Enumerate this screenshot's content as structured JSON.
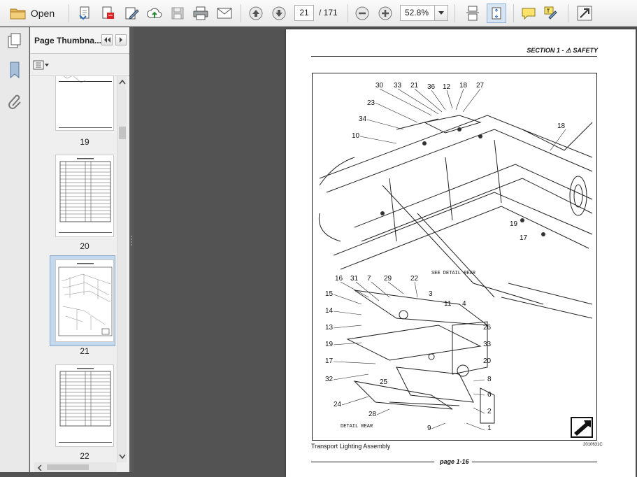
{
  "toolbar": {
    "open_label": "Open",
    "page_current": "21",
    "page_total": "/ 171",
    "zoom": "52.8%"
  },
  "sidebar": {
    "title": "Page Thumbna...",
    "thumbnails": [
      {
        "label": "19"
      },
      {
        "label": "20"
      },
      {
        "label": "21",
        "selected": true
      },
      {
        "label": "22"
      }
    ]
  },
  "document": {
    "section_header": "SECTION 1 - ⚠ SAFETY",
    "caption": "Transport Lighting Assembly",
    "figure_code": "2010631C",
    "page_number": "page 1-16",
    "see_detail": "SEE DETAIL REAR",
    "detail_label": "DETAIL REAR",
    "callouts_top": [
      "30",
      "33",
      "21",
      "36",
      "12",
      "18",
      "27",
      "23",
      "34",
      "10",
      "18",
      "19",
      "17"
    ],
    "callouts_bottom": [
      "16",
      "31",
      "7",
      "29",
      "22",
      "15",
      "3",
      "11",
      "4",
      "14",
      "13",
      "26",
      "19",
      "33",
      "20",
      "17",
      "32",
      "25",
      "8",
      "6",
      "24",
      "28",
      "2",
      "9",
      "1"
    ]
  },
  "colors": {
    "toolbar_bg": "#efefef",
    "doc_bg": "#535353",
    "selection": "#c5d9ee"
  }
}
